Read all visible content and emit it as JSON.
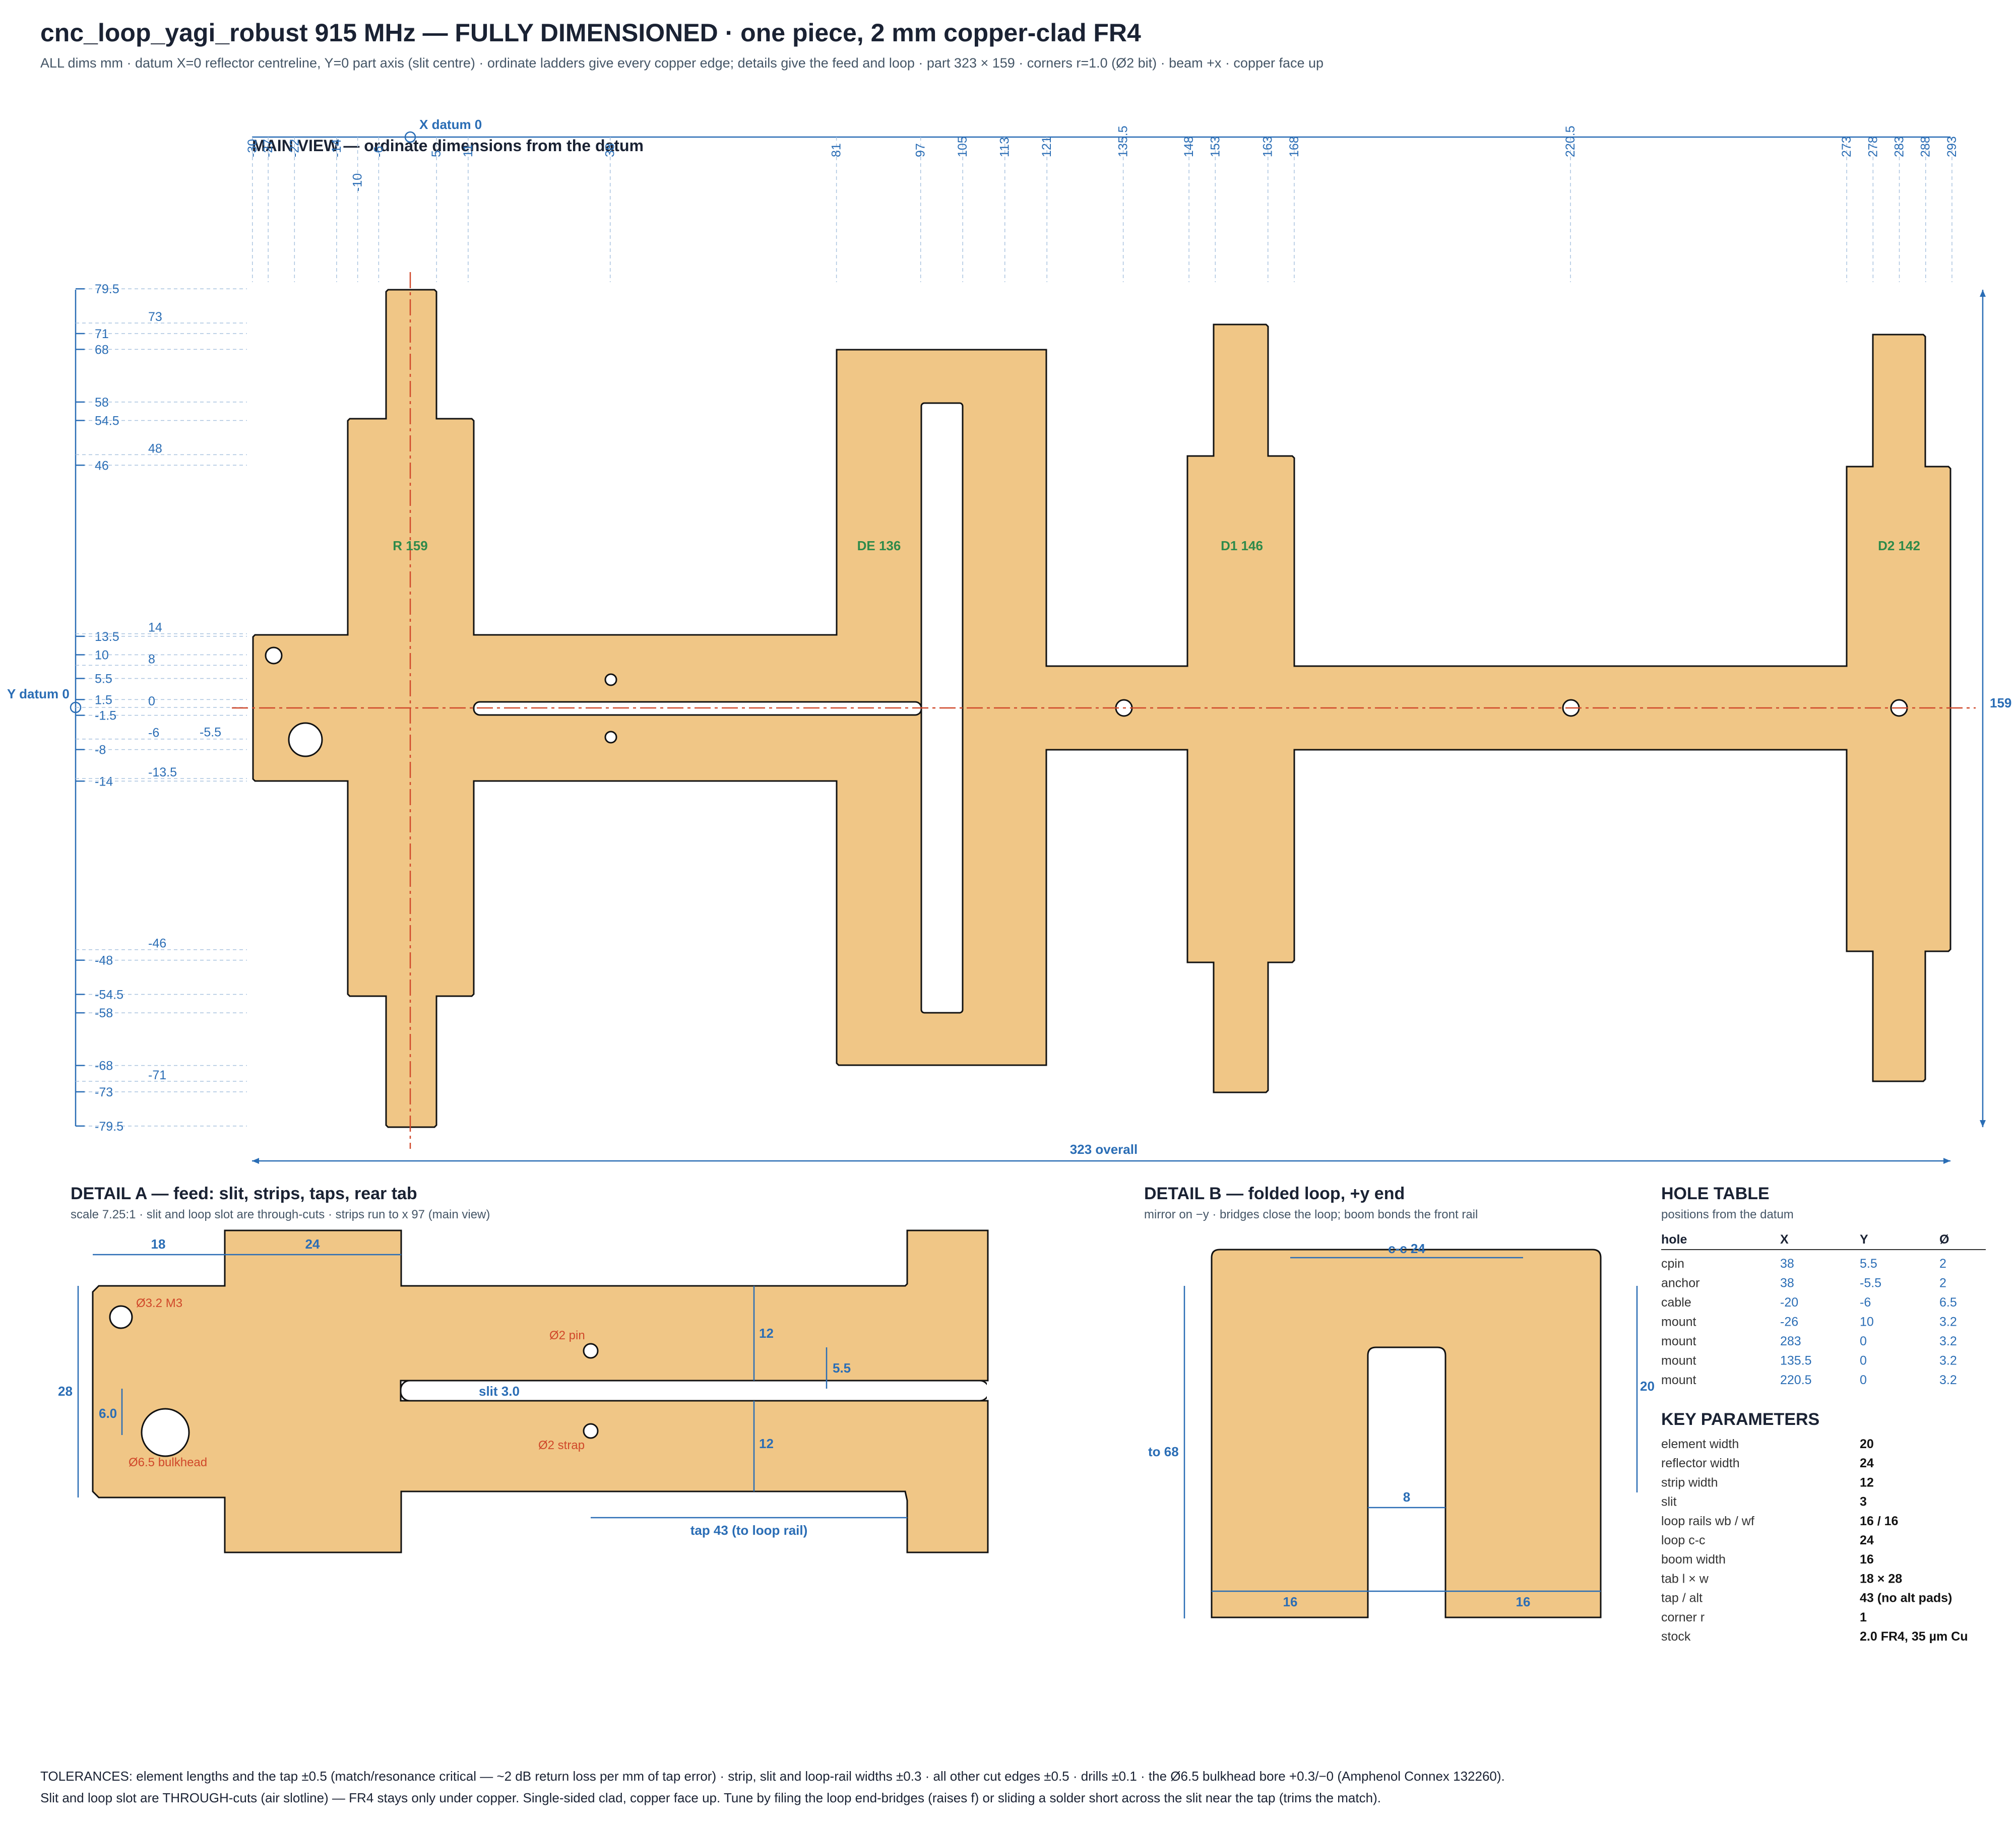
{
  "header": {
    "title": "cnc_loop_yagi_robust 915 MHz — FULLY DIMENSIONED · one piece, 2 mm copper-clad FR4",
    "subtitle": "ALL dims mm · datum X=0 reflector centreline, Y=0 part axis (slit centre) · ordinate ladders give every copper edge; details give the feed and loop · part 323 × 159 · corners r=1.0 (Ø2 bit) · beam +x · copper face up"
  },
  "main_view": {
    "title": "MAIN VIEW — ordinate dimensions from the datum",
    "x_datum_label": "X datum 0",
    "y_datum_label": "Y datum 0",
    "overall_length_label": "323 overall",
    "overall_height_label": "159",
    "x_ordinates": [
      "-30",
      "-27",
      "-22",
      "-14",
      "-10",
      "-6",
      "5",
      "11",
      "38",
      "81",
      "97",
      "105",
      "113",
      "121",
      "135.5",
      "148",
      "153",
      "163",
      "168",
      "220.5",
      "273",
      "278",
      "283",
      "288",
      "293"
    ],
    "y_ordinates_left": [
      "79.5",
      "71",
      "68",
      "58",
      "54.5",
      "46",
      "13.5",
      "10",
      "5.5",
      "1.5",
      "-1.5",
      "-8",
      "-14",
      "-48",
      "-54.5",
      "-58",
      "-68",
      "-73",
      "-79.5"
    ],
    "y_ordinates_right": [
      "73",
      "48",
      "14",
      "8",
      "0",
      "-6",
      "-13.5",
      "-46",
      "-71"
    ],
    "y_extra": "-5.5",
    "element_labels": [
      "R 159",
      "DE 136",
      "D1 146",
      "D2 142"
    ]
  },
  "detail_a": {
    "title": "DETAIL A — feed: slit, strips, taps, rear tab",
    "note": "scale 7.25:1 · slit and loop slot are through-cuts · strips run to x 97 (main view)",
    "dim_tab_len": "18",
    "dim_refl_width": "24",
    "dim_tab_height": "28",
    "dim_spacing": "6.0",
    "dim_strip_top": "12",
    "dim_strip_bottom": "12",
    "dim_pin_offset": "5.5",
    "slit_label": "slit 3.0",
    "tap_label": "tap 43 (to loop rail)",
    "hole_m3_label": "Ø3.2 M3",
    "hole_bulkhead_label": "Ø6.5 bulkhead",
    "pin_label": "Ø2 pin",
    "strap_label": "Ø2 strap"
  },
  "detail_b": {
    "title": "DETAIL B — folded loop, +y end",
    "note": "mirror on −y · bridges close the loop; boom bonds the front rail",
    "dim_cc": "c-c 24",
    "dim_height": "to 68",
    "dim_element": "20",
    "dim_gap": "8",
    "dim_rail_left": "16",
    "dim_rail_right": "16"
  },
  "hole_table": {
    "title": "HOLE TABLE",
    "subtitle": "positions from the datum",
    "columns": [
      "hole",
      "X",
      "Y",
      "Ø"
    ],
    "rows": [
      [
        "cpin",
        "38",
        "5.5",
        "2"
      ],
      [
        "anchor",
        "38",
        "-5.5",
        "2"
      ],
      [
        "cable",
        "-20",
        "-6",
        "6.5"
      ],
      [
        "mount",
        "-26",
        "10",
        "3.2"
      ],
      [
        "mount",
        "283",
        "0",
        "3.2"
      ],
      [
        "mount",
        "135.5",
        "0",
        "3.2"
      ],
      [
        "mount",
        "220.5",
        "0",
        "3.2"
      ]
    ]
  },
  "key_parameters": {
    "title": "KEY PARAMETERS",
    "rows": [
      [
        "element width",
        "20"
      ],
      [
        "reflector width",
        "24"
      ],
      [
        "strip width",
        "12"
      ],
      [
        "slit",
        "3"
      ],
      [
        "loop rails wb / wf",
        "16 / 16"
      ],
      [
        "loop c-c",
        "24"
      ],
      [
        "boom width",
        "16"
      ],
      [
        "tab l × w",
        "18 × 28"
      ],
      [
        "tap / alt",
        "43 (no alt pads)"
      ],
      [
        "corner r",
        "1"
      ],
      [
        "stock",
        "2.0 FR4, 35 µm Cu"
      ]
    ]
  },
  "tolerances": {
    "line1": "TOLERANCES: element lengths and the tap ±0.5 (match/resonance critical — ~2 dB return loss per mm of tap error) · strip, slit and loop-rail widths ±0.3 · all other cut edges ±0.5 · drills ±0.1 · the Ø6.5 bulkhead bore +0.3/−0 (Amphenol Connex 132260).",
    "line2": "Slit and loop slot are THROUGH-cuts (air slotline) — FR4 stays only under copper. Single-sided clad, copper face up. Tune by filing the loop end-bridges (raises f) or sliding a solder short across the slit near the tap (trims the match)."
  },
  "colors": {
    "copper": "#f0c686",
    "dimension": "#2a6db5",
    "centreline": "#d0482a",
    "element_label": "#2e8a4a"
  }
}
